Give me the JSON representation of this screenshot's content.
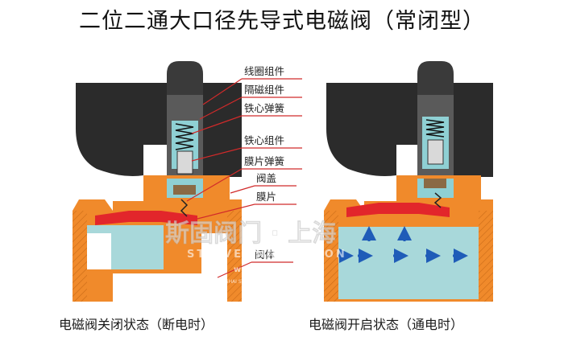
{
  "title": "二位二通大口径先导式电磁阀（常闭型）",
  "part_labels": [
    "线圈组件",
    "隔磁组件",
    "铁心弹簧",
    "铁心组件",
    "膜片弹簧",
    "阀盖",
    "膜片",
    "阀体"
  ],
  "captions": {
    "left": "电磁阀关闭状态（断电时）",
    "right": "电磁阀开启状态（通电时）"
  },
  "watermark": {
    "cn": "斯固阀门 · 上海",
    "en": "STRIVE INNOVATION",
    "url": "www.valve-sg.com",
    "small": "SHANGHAI STRIVE VALVE MANUFACTURE"
  },
  "colors": {
    "coil": "#2b2b2b",
    "body": "#f08a2b",
    "diaphragm": "#e2262b",
    "fluid": "#9fd2d6",
    "flow_arrow": "#1f5cb8"
  }
}
